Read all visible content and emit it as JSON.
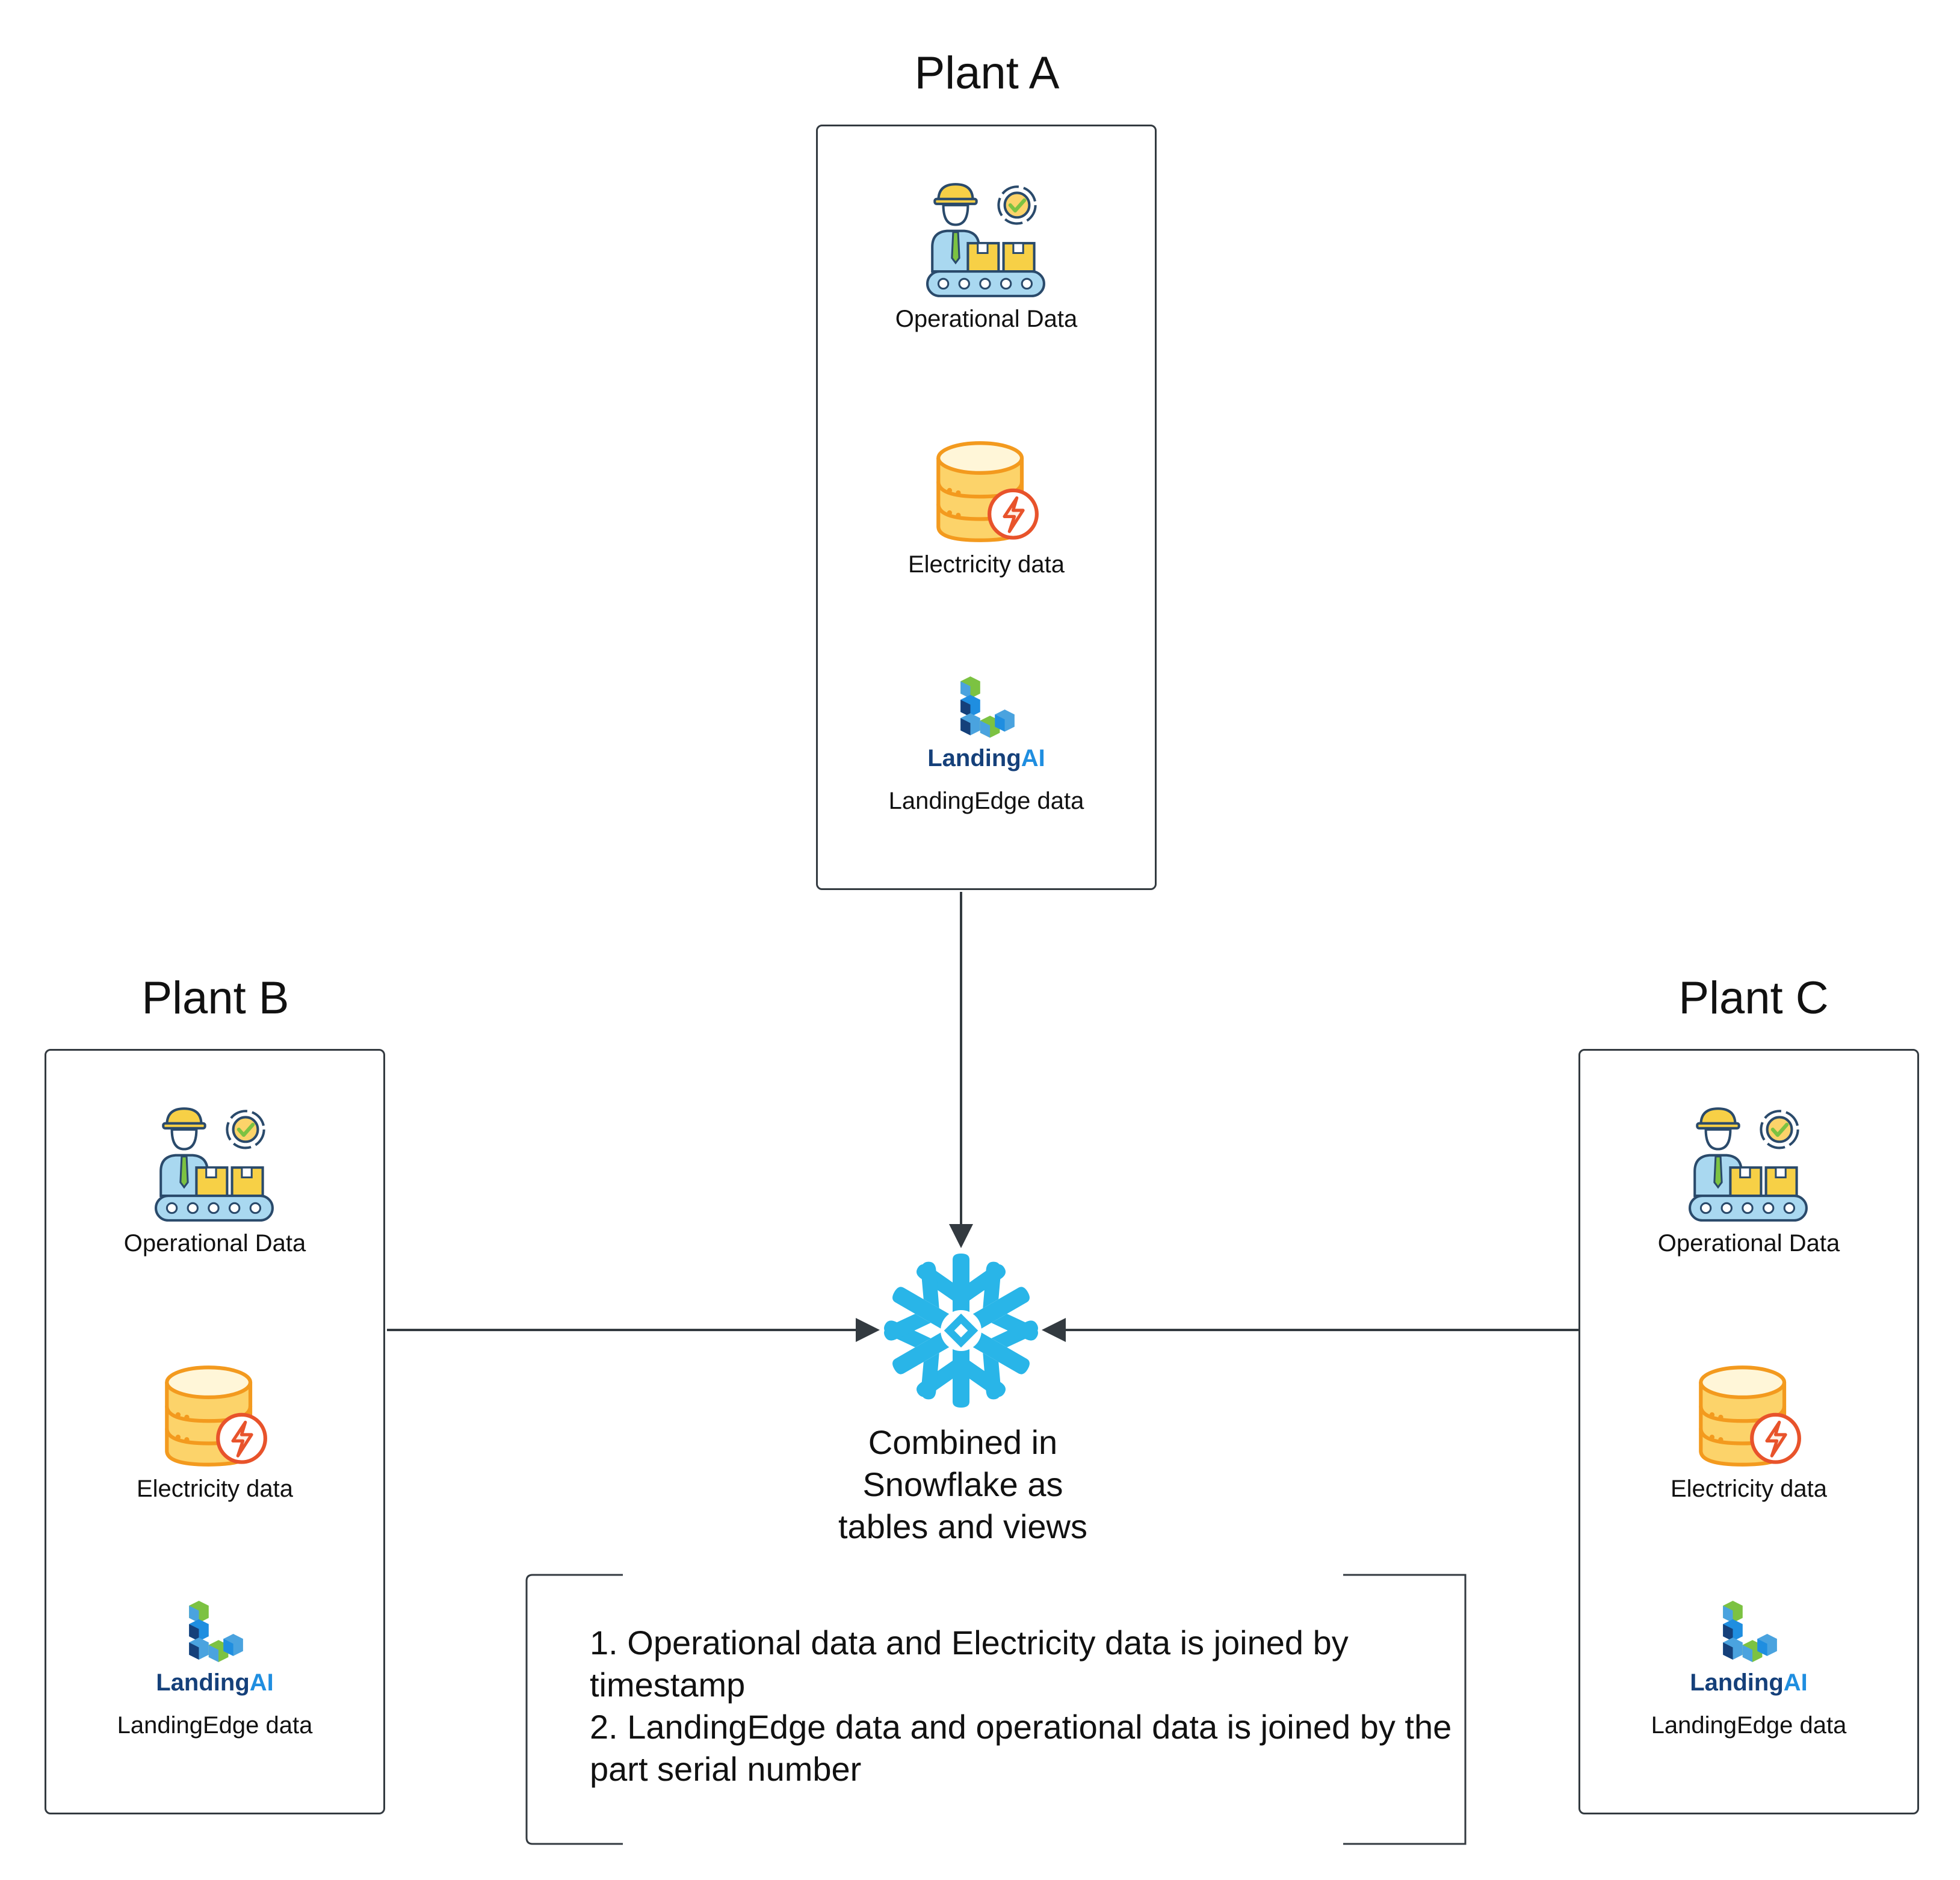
{
  "plants": [
    {
      "id": "a",
      "title": "Plant A",
      "items": {
        "operational": "Operational Data",
        "electricity": "Electricity data",
        "landing_brand_main": "Landing",
        "landing_brand_ai": "AI",
        "landing": "LandingEdge data"
      }
    },
    {
      "id": "b",
      "title": "Plant B",
      "items": {
        "operational": "Operational Data",
        "electricity": "Electricity data",
        "landing_brand_main": "Landing",
        "landing_brand_ai": "AI",
        "landing": "LandingEdge data"
      }
    },
    {
      "id": "c",
      "title": "Plant C",
      "items": {
        "operational": "Operational Data",
        "electricity": "Electricity data",
        "landing_brand_main": "Landing",
        "landing_brand_ai": "AI",
        "landing": "LandingEdge data"
      }
    }
  ],
  "center": {
    "icon": "snowflake-icon",
    "lines": [
      "Combined in",
      "Snowflake as",
      "tables and views"
    ]
  },
  "notes": {
    "items": [
      "1. Operational data and Electricity data is joined by timestamp",
      "2. LandingEdge data and operational data is joined by the part serial number"
    ]
  },
  "colors": {
    "snowflake": "#29b5e8",
    "line": "#333a40",
    "db_orange": "#f39a1e",
    "db_fill": "#fcd36a",
    "bolt_red": "#e8532b",
    "worker_blue": "#a9d8f0",
    "box_yellow": "#f7d046",
    "check_green": "#7cc242",
    "brand_dark": "#15407a",
    "brand_light": "#1f8ee0"
  }
}
